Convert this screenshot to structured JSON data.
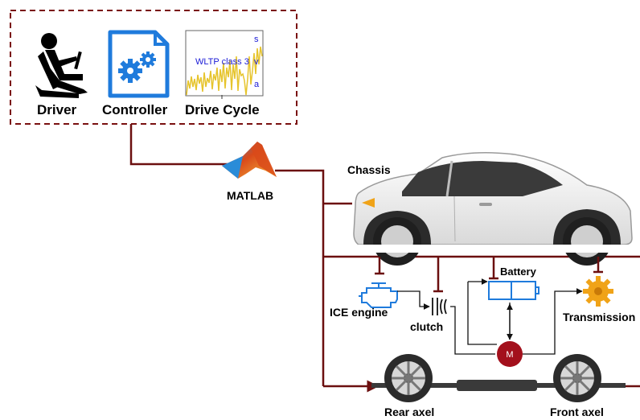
{
  "inputs": {
    "driver_label": "Driver",
    "controller_label": "Controller",
    "drive_cycle_label": "Drive Cycle",
    "drive_cycle_chart": {
      "title": "WLTP class 3",
      "side_labels": [
        "s",
        "v",
        "a"
      ]
    }
  },
  "software": {
    "label": "MATLAB"
  },
  "vehicle": {
    "chassis_label": "Chassis",
    "components": {
      "ice_engine": "ICE engine",
      "clutch": "clutch",
      "battery": "Battery",
      "motor": "M",
      "transmission": "Transmission"
    },
    "axles": {
      "rear": "Rear axel",
      "front": "Front axel"
    }
  },
  "colors": {
    "connector": "#6b0f0f",
    "dashed_border": "#7a1010",
    "component_blue": "#1f7bdc",
    "motor_fill": "#a3101c",
    "gear_orange": "#f0a318",
    "trace_yellow": "#e6c42c"
  }
}
